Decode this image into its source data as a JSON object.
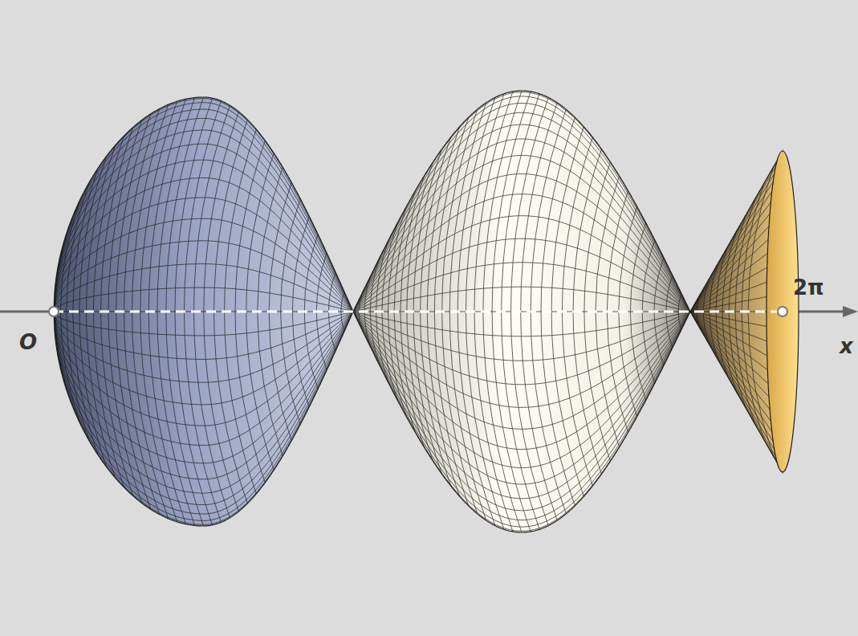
{
  "diagram": {
    "labels": [
      "O",
      "2π",
      "x"
    ]
  }
}
